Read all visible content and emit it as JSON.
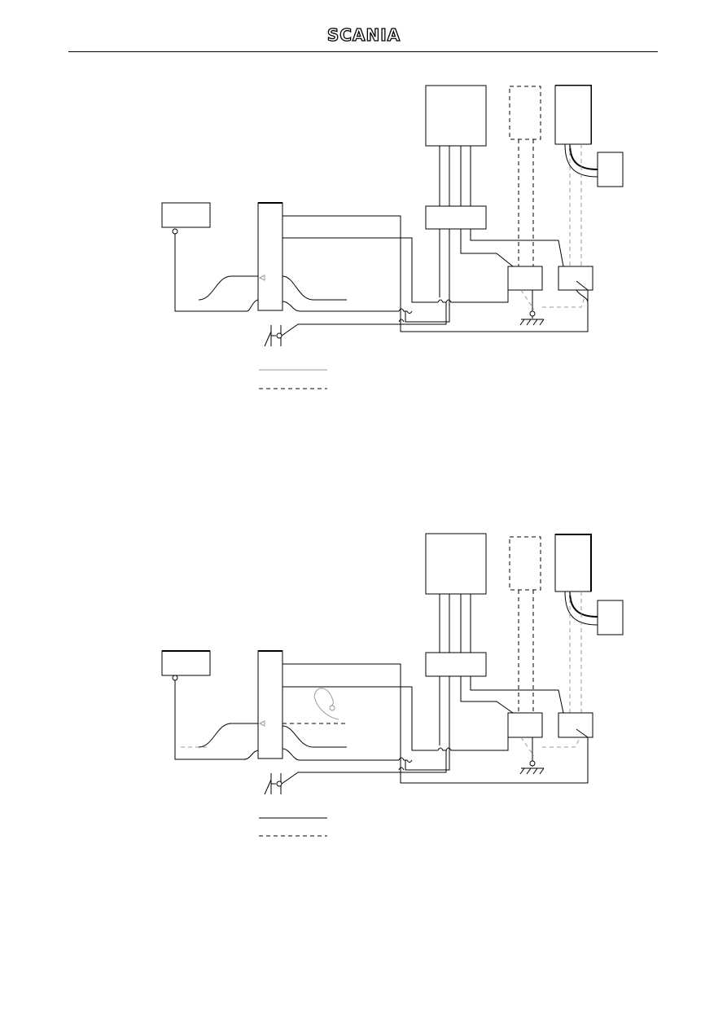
{
  "header": {
    "logo_text": "SCANIA",
    "logo_icon": "scania-wordmark-logo"
  },
  "diagrams": [
    {
      "id": "diagram-1",
      "legend": {
        "solid_line": "",
        "dashed_line": ""
      }
    },
    {
      "id": "diagram-2",
      "legend": {
        "solid_line": "",
        "dashed_line": ""
      }
    }
  ],
  "colors": {
    "line": "#000000",
    "secondary_line": "#9a9a9a",
    "background": "#ffffff"
  }
}
